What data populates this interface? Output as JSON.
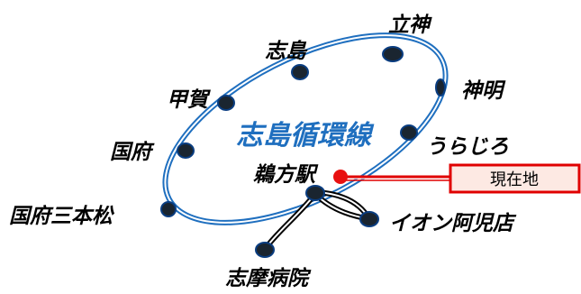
{
  "line_name": "志島循環線",
  "current_location_label": "現在地",
  "stations": [
    {
      "id": "tatsugami",
      "name": "立神"
    },
    {
      "id": "shinmei",
      "name": "神明"
    },
    {
      "id": "shijima",
      "name": "志島"
    },
    {
      "id": "kouga",
      "name": "甲賀"
    },
    {
      "id": "urajiro",
      "name": "うらじろ"
    },
    {
      "id": "kokufu",
      "name": "国府"
    },
    {
      "id": "ugatahoeki",
      "name": "鵜方駅"
    },
    {
      "id": "kokufu-sanbonmatsu",
      "name": "国府三本松"
    },
    {
      "id": "aeon-ago",
      "name": "イオン阿児店"
    },
    {
      "id": "shima-hospital",
      "name": "志摩病院"
    }
  ],
  "colors": {
    "loop_line": "#1f6fbf",
    "title": "#1f6fbf",
    "station_fill": "#1a2530",
    "current_marker": "#e81010",
    "callout_border": "#e00000",
    "callout_fill": "#fde9e3",
    "branch_line": "#000000"
  }
}
